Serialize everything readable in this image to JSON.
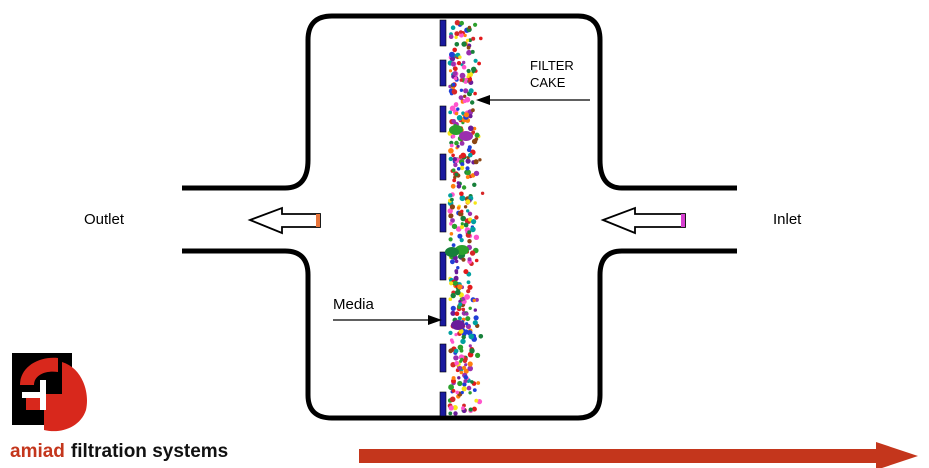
{
  "labels": {
    "filter_cake_line1": "FILTER",
    "filter_cake_line2": "CAKE",
    "outlet": "Outlet",
    "inlet": "Inlet",
    "media": "Media"
  },
  "brand": {
    "name": "amiad",
    "tagline": "filtration systems"
  },
  "colors": {
    "housing": "#000000",
    "media": "#1a1a9e",
    "outlet_arrow": "#e8743a",
    "inlet_arrow": "#d63fd0",
    "brand_red": "#c4361c",
    "brand_bar": "#c4361c"
  },
  "particle_palette": [
    "#e31a1c",
    "#1f3fd6",
    "#2ca02c",
    "#f5e616",
    "#9b2fae",
    "#ff7f0e",
    "#17803a",
    "#ff55cc",
    "#8b4513",
    "#00a0a0",
    "#6a1b9a",
    "#d62728"
  ]
}
